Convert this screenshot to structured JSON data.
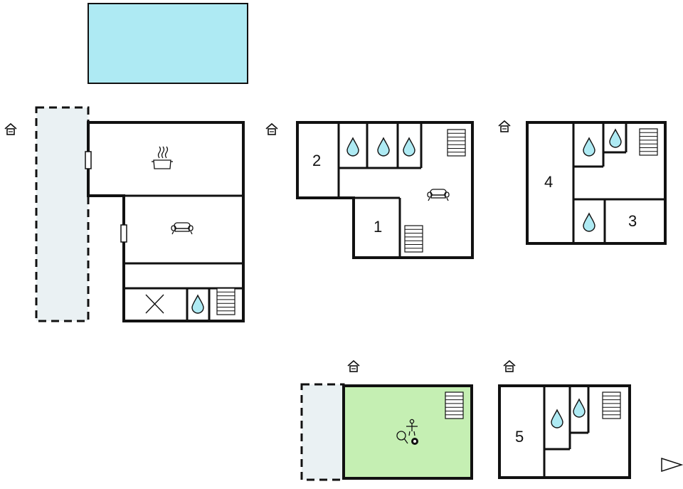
{
  "room_numbers": {
    "room_1": "1",
    "room_2": "2",
    "room_3": "3",
    "room_4": "4",
    "room_5": "5"
  },
  "colors": {
    "pool": "#aeeaf3",
    "game_room": "#c5efb3",
    "terrace": "#eaf1f3",
    "wall": "#111111"
  },
  "icons": [
    "house-entrance-icon",
    "cooking-pot-icon",
    "sofa-icon",
    "water-drop-icon",
    "staircase-icon",
    "table-tennis-icon",
    "billiard-ball-icon",
    "table-football-icon",
    "north-arrow-icon"
  ]
}
